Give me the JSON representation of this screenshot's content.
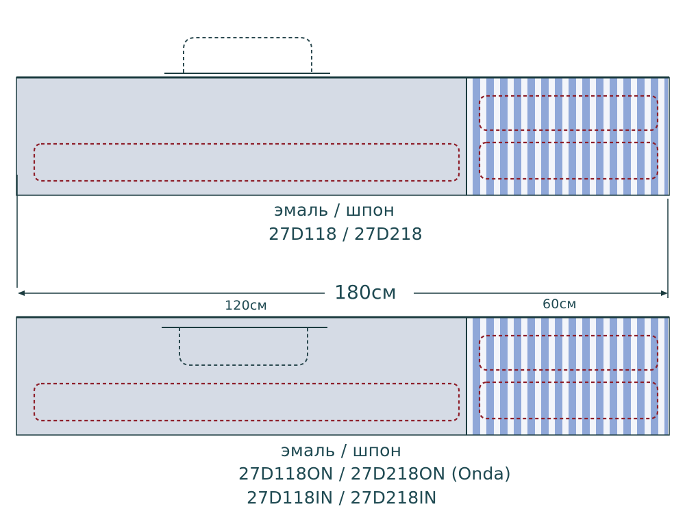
{
  "colors": {
    "panel_fill": "#d5dbe5",
    "panel_border": "#1c3c40",
    "stripe": "#8fa7d8",
    "stripe_bg": "#f3f5fa",
    "drawer_outline": "#8e1f2a",
    "handle_outline": "#2c4a50",
    "text": "#1f4a52"
  },
  "icons": {
    "dimension_arrow": "arrow-both-ends-icon"
  },
  "variant_top": {
    "finish": "эмаль / шпон",
    "models": "27D118 / 27D218"
  },
  "dimensions": {
    "total": "180см",
    "left_section": "120см",
    "right_section": "60см"
  },
  "variant_bottom": {
    "finish": "эмаль / шпон",
    "models_line1": "27D118ON / 27D218ON (Onda)",
    "models_line2": "27D118IN / 27D218IN"
  }
}
